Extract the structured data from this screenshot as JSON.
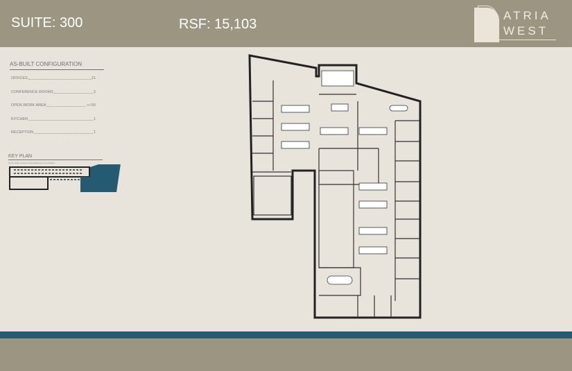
{
  "header": {
    "suite": "SUITE: 300",
    "rsf": "RSF: 15,103",
    "logo": {
      "line1": "ATRIA",
      "line2": "WEST"
    }
  },
  "config": {
    "title": "AS-BUILT CONFIGURATION",
    "items": [
      {
        "label": "OFFICES",
        "value": "21"
      },
      {
        "label": "CONFERENCE ROOMS",
        "value": "2"
      },
      {
        "label": "OPEN WORK AREA",
        "value": "+/-50"
      },
      {
        "label": "KITCHEN",
        "value": "1"
      },
      {
        "label": "RECEPTION",
        "value": "1"
      }
    ]
  },
  "key_plan": {
    "title": "KEY PLAN",
    "note": "Not to scale; furniture and appliances not included",
    "highlight_color": "#245a72"
  },
  "colors": {
    "header": "#9b9581",
    "stripe": "#245a72",
    "background": "#e8e3db"
  }
}
